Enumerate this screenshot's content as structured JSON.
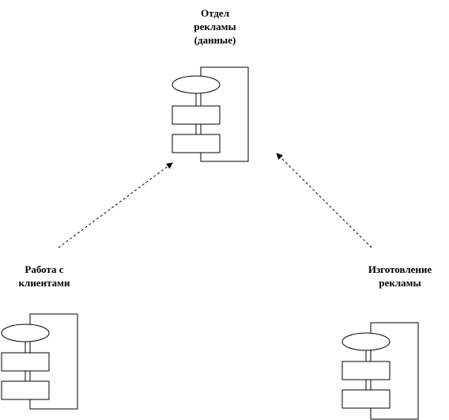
{
  "diagram": {
    "nodes": [
      {
        "id": "ad-dept-data",
        "label_lines": [
          "Отдел",
          "рекламы",
          "(данные)"
        ]
      },
      {
        "id": "client-work",
        "label_lines": [
          "Работа с",
          "клиентами"
        ]
      },
      {
        "id": "ad-production",
        "label_lines": [
          "Изготовление",
          "рекламы"
        ]
      }
    ],
    "edges": [
      {
        "from": "client-work",
        "to": "ad-dept-data",
        "style": "dashed-arrow"
      },
      {
        "from": "ad-production",
        "to": "ad-dept-data",
        "style": "dashed-arrow"
      }
    ]
  }
}
